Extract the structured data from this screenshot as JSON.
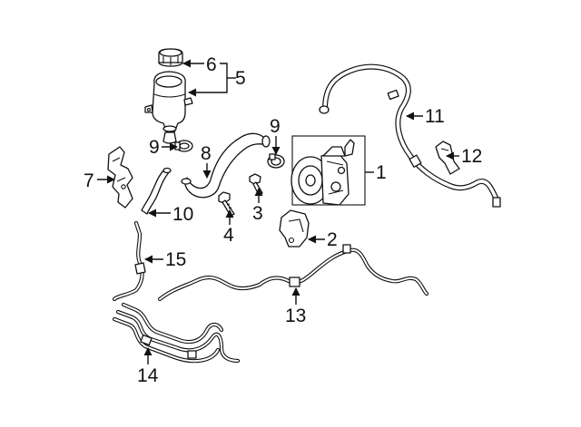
{
  "callouts": {
    "c1": "1",
    "c2": "2",
    "c3": "3",
    "c4": "4",
    "c5": "5",
    "c6": "6",
    "c7": "7",
    "c8": "8",
    "c9a": "9",
    "c9b": "9",
    "c10": "10",
    "c11": "11",
    "c12": "12",
    "c13": "13",
    "c14": "14",
    "c15": "15"
  },
  "colors": {
    "ink": "#111111",
    "paper": "#ffffff"
  }
}
